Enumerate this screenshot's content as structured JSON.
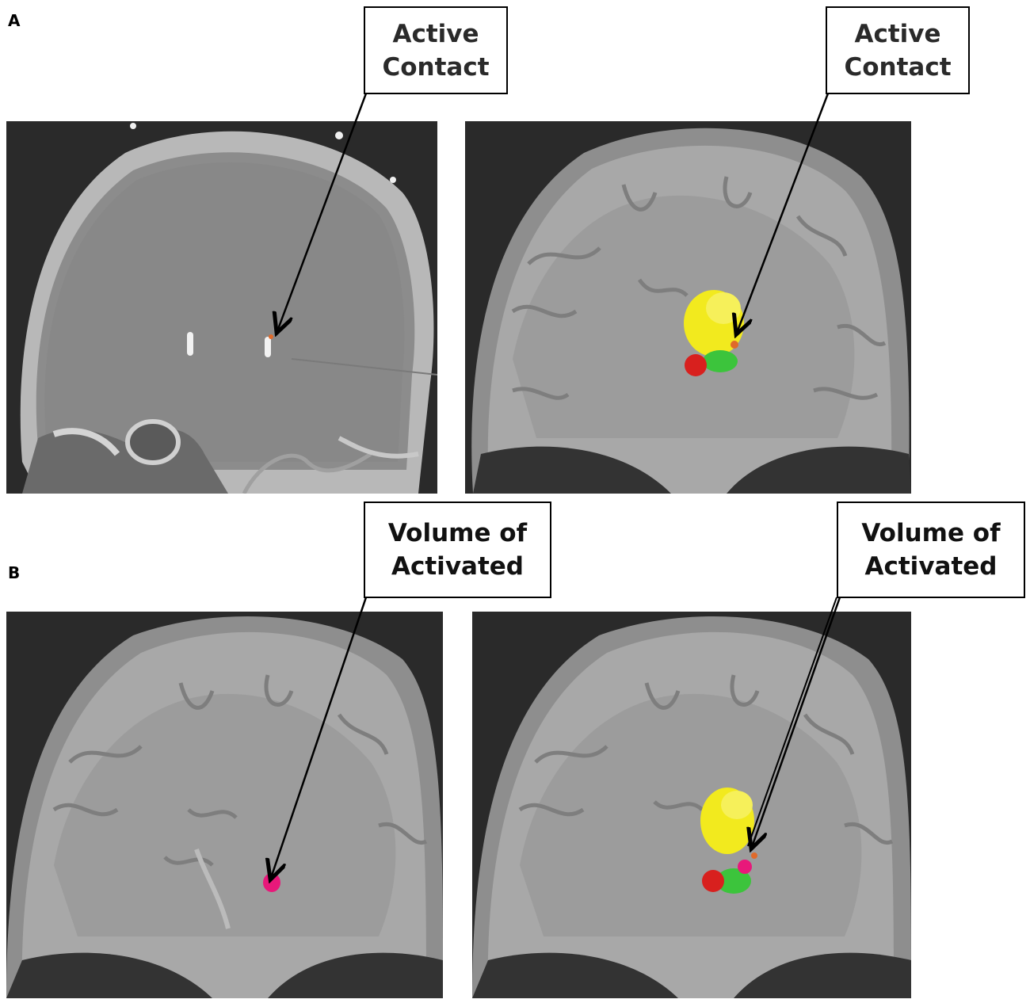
{
  "panels": {
    "a": {
      "letter": "A"
    },
    "b": {
      "letter": "B"
    }
  },
  "callouts": {
    "a_left": {
      "line1": "Active",
      "line2": "Contact"
    },
    "a_right": {
      "line1": "Active",
      "line2": "Contact"
    },
    "b_left": {
      "line1": "Volume of",
      "line2": "Activated"
    },
    "b_right": {
      "line1": "Volume of",
      "line2": "Activated"
    }
  },
  "colors": {
    "structure_yellow": "#f2ea1e",
    "structure_green": "#3cc43c",
    "structure_red": "#d8201e",
    "activation_pink": "#e8187a",
    "contact_orange": "#e06a2a",
    "arrow": "#000000"
  }
}
